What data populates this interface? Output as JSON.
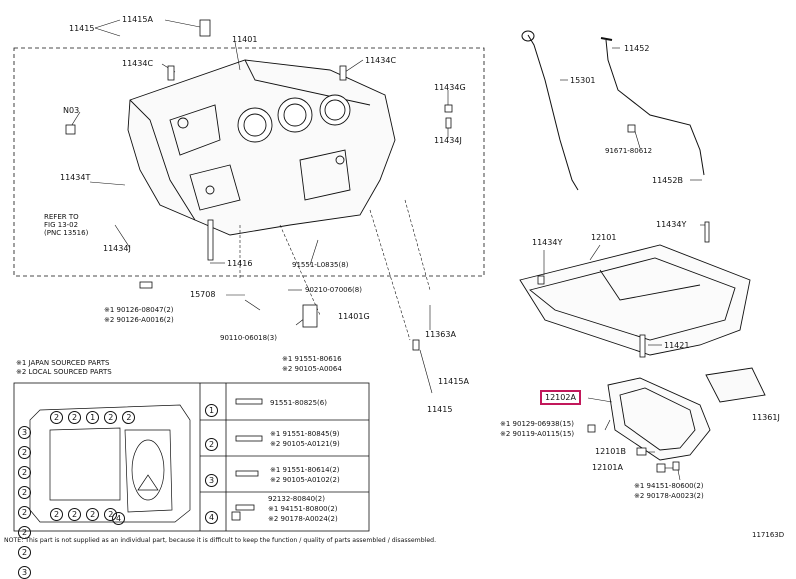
{
  "diagram_id": "117163D",
  "footnote": "NOTE: This part is not supplied as an individual part, because it is difficult to keep the function / quality of parts assembled / disassembled.",
  "legend": {
    "japan": "※1 JAPAN SOURCED PARTS",
    "local": "※2 LOCAL SOURCED PARTS"
  },
  "refer": [
    "REFER TO",
    "FIG 13-02",
    "(PNC 13516)"
  ],
  "callouts": {
    "c11415_top": "11415",
    "c11415a_top": "11415A",
    "c11401": "11401",
    "c11434c_l": "11434C",
    "c11434c_r": "11434C",
    "cN03": "N03",
    "c11434g": "11434G",
    "c11434j_r": "11434J",
    "c11434t": "11434T",
    "c11434j_l": "11434J",
    "c11416": "11416",
    "c91551_r": "91551-L0835(8)",
    "c15301": "15301",
    "c11452": "11452",
    "c91671": "91671-80612",
    "c11452b": "11452B",
    "c11434y": "11434Y",
    "c12101": "12101",
    "c11434y_r": "11434Y",
    "c12102a": "12102A",
    "c11421": "11421",
    "c11361j": "11361J",
    "c12101b": "12101B",
    "c12101a": "12101A",
    "c15708": "15708",
    "c90210": "90210-07006(8)",
    "c11401g": "11401G",
    "c11363a": "11363A",
    "c11415a_b": "11415A",
    "c11415_b": "11415",
    "c90110": "90110-06018(3)",
    "x90126_1": "※1 90126-08047(2)",
    "x90126_2": "※2 90126-A0016(2)",
    "x91551_1": "※1 91551-80616",
    "x90105_2": "※2 90105-A0064",
    "x90129_1": "※1 90129-06938(15)",
    "x90119_2": "※2 90119-A0115(15)",
    "x94151_1": "※1 94151-80600(2)",
    "x90178_2": "※2 90178-A0023(2)"
  },
  "bolt_table": [
    {
      "num": "1",
      "lines": [
        "91551-80825(6)"
      ]
    },
    {
      "num": "2",
      "lines": [
        "※1 91551-80845(9)",
        "※2 90105-A0121(9)"
      ]
    },
    {
      "num": "3",
      "lines": [
        "※1 91551-80614(2)",
        "※2 90105-A0102(2)"
      ]
    },
    {
      "num": "4",
      "lines": [
        "92132-80840(2)",
        "※1 94151-80800(2)",
        "※2 90178-A0024(2)"
      ]
    }
  ],
  "pan_grid": {
    "top_row": [
      "2",
      "2",
      "1",
      "2",
      "2"
    ],
    "left_col": [
      "3",
      "2",
      "2",
      "2",
      "2",
      "2",
      "2",
      "3"
    ],
    "bottom_row": [
      "2",
      "2",
      "2",
      "2"
    ],
    "right_mark": "4"
  },
  "colors": {
    "highlight": "#c2185b",
    "line": "#111111"
  }
}
